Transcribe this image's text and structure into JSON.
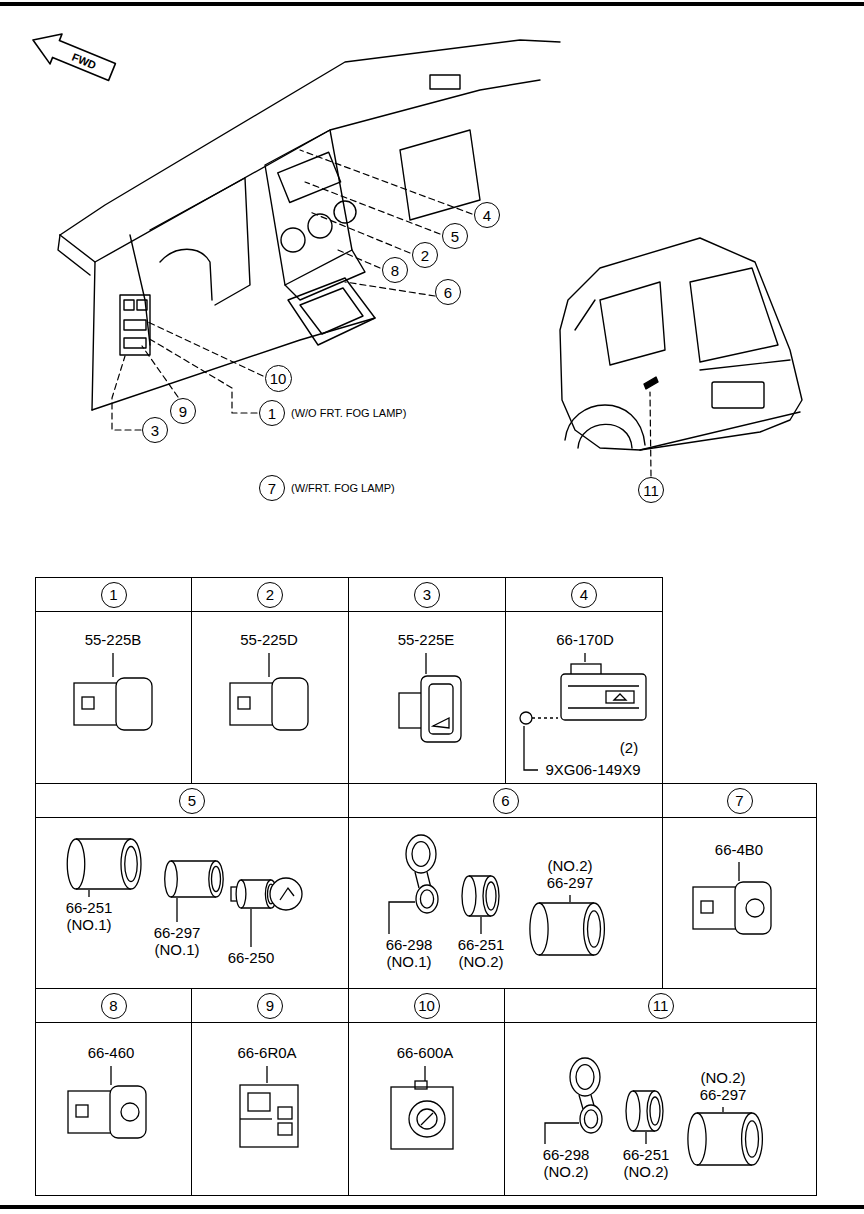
{
  "diagram": {
    "nodes": [
      {
        "text": [
          "4"
        ]
      },
      {
        "text": [
          "5"
        ]
      },
      {
        "text": [
          "2"
        ]
      },
      {
        "text": [
          "8"
        ]
      },
      {
        "text": [
          "6"
        ]
      },
      {
        "text": [
          "10"
        ]
      },
      {
        "text": [
          "9"
        ]
      },
      {
        "text": [
          "1"
        ]
      },
      {
        "text": [
          "3"
        ]
      },
      {
        "text": [
          "7"
        ]
      },
      {
        "text": [
          "11"
        ]
      },
      {
        "text": [
          "1",
          "55-225B"
        ]
      },
      {
        "text": [
          "2",
          "55-225D"
        ]
      },
      {
        "text": [
          "3",
          "55-225E"
        ]
      },
      {
        "text": [
          "4",
          "66-170D",
          "(2)",
          "9XG06-149X9"
        ]
      },
      {
        "text": [
          "5",
          "66-251 (NO.1)",
          "66-297 (NO.1)",
          "66-250"
        ]
      },
      {
        "text": [
          "6",
          "(NO.2) 66-297",
          "66-298 (NO.1)",
          "66-251 (NO.2)"
        ]
      },
      {
        "text": [
          "7",
          "66-4B0"
        ]
      },
      {
        "text": [
          "8",
          "66-460"
        ]
      },
      {
        "text": [
          "9",
          "66-6R0A"
        ]
      },
      {
        "text": [
          "10",
          "66-600A"
        ]
      },
      {
        "text": [
          "11",
          "(NO.2) 66-297",
          "66-298 (NO.2)",
          "66-251 (NO.2)"
        ]
      }
    ],
    "edges": [
      {
        "from": 7,
        "to": 9,
        "arrow": "both"
      }
    ],
    "labels": [
      "FWD",
      "(W/O FRT. FOG LAMP)",
      "(W/FRT. FOG LAMP)"
    ]
  }
}
